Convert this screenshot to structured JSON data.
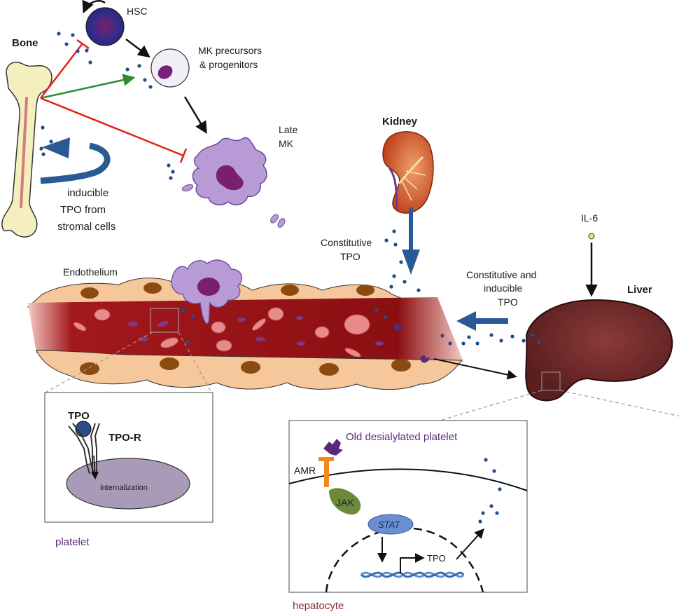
{
  "labels": {
    "hsc": "HSC",
    "bone": "Bone",
    "mk_precursors_1": "MK precursors",
    "mk_precursors_2": "& progenitors",
    "late_mk_1": "Late",
    "late_mk_2": "MK",
    "kidney": "Kidney",
    "inducible_1": "inducible",
    "inducible_2": "TPO from",
    "inducible_3": "stromal cells",
    "constitutive_1": "Constitutive",
    "constitutive_2": "TPO",
    "il6": "IL-6",
    "const_induc_1": "Constitutive and",
    "const_induc_2": "inducible",
    "const_induc_3": "TPO",
    "liver": "Liver",
    "endothelium": "Endothelium",
    "tpo": "TPO",
    "tpo_r": "TPO-R",
    "internalization": "internalization",
    "platelet": "platelet",
    "old_platelet": "Old desialylated platelet",
    "amr": "AMR",
    "jak": "JAK",
    "stat": "STAT",
    "tpo_gene": "TPO",
    "hepatocyte": "hepatocyte"
  },
  "colors": {
    "tpo_dot": "#1f4e8c",
    "inhibit": "#e0231c",
    "stimulate": "#2e8b2e",
    "big_arrow": "#2a5a96",
    "vessel": "#8b0f12",
    "endothelial": "#f6c79a",
    "nucleus": "#7a4a12",
    "mk": "#b79ad6",
    "liver": "#6e2a2a",
    "platelet_label": "#5b2a7a",
    "hepatocyte_label": "#8b2a2a"
  }
}
